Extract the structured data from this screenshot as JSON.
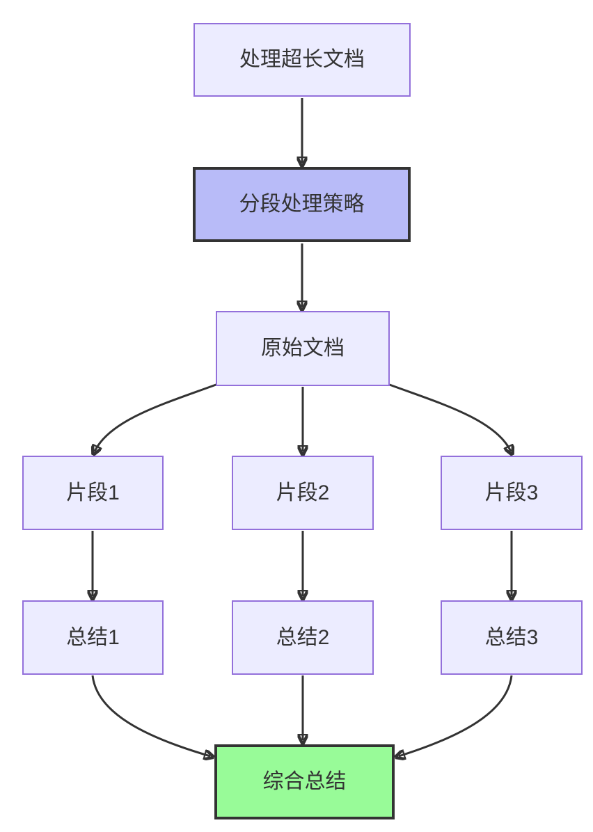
{
  "diagram": {
    "type": "flowchart",
    "direction": "top-down",
    "background": "#FFFFFF",
    "edge_color": "#333333",
    "text_color": "#333333",
    "nodes": [
      {
        "id": "task",
        "label": "处理超长文档",
        "fill": "#ECECFF",
        "stroke": "#9370DB",
        "stroke_width": 2
      },
      {
        "id": "strategy",
        "label": "分段处理策略",
        "fill": "#B8BBF8",
        "stroke": "#333333",
        "stroke_width": 4
      },
      {
        "id": "doc",
        "label": "原始文档",
        "fill": "#ECECFF",
        "stroke": "#9370DB",
        "stroke_width": 2
      },
      {
        "id": "frag1",
        "label": "片段1",
        "fill": "#ECECFF",
        "stroke": "#9370DB",
        "stroke_width": 2
      },
      {
        "id": "frag2",
        "label": "片段2",
        "fill": "#ECECFF",
        "stroke": "#9370DB",
        "stroke_width": 2
      },
      {
        "id": "frag3",
        "label": "片段3",
        "fill": "#ECECFF",
        "stroke": "#9370DB",
        "stroke_width": 2
      },
      {
        "id": "sum1",
        "label": "总结1",
        "fill": "#ECECFF",
        "stroke": "#9370DB",
        "stroke_width": 2
      },
      {
        "id": "sum2",
        "label": "总结2",
        "fill": "#ECECFF",
        "stroke": "#9370DB",
        "stroke_width": 2
      },
      {
        "id": "sum3",
        "label": "总结3",
        "fill": "#ECECFF",
        "stroke": "#9370DB",
        "stroke_width": 2
      },
      {
        "id": "final",
        "label": "综合总结",
        "fill": "#98FB98",
        "stroke": "#333333",
        "stroke_width": 4
      }
    ],
    "edges": [
      {
        "from": "task",
        "to": "strategy"
      },
      {
        "from": "strategy",
        "to": "doc"
      },
      {
        "from": "doc",
        "to": "frag1"
      },
      {
        "from": "doc",
        "to": "frag2"
      },
      {
        "from": "doc",
        "to": "frag3"
      },
      {
        "from": "frag1",
        "to": "sum1"
      },
      {
        "from": "frag2",
        "to": "sum2"
      },
      {
        "from": "frag3",
        "to": "sum3"
      },
      {
        "from": "sum1",
        "to": "final"
      },
      {
        "from": "sum2",
        "to": "final"
      },
      {
        "from": "sum3",
        "to": "final"
      }
    ]
  }
}
